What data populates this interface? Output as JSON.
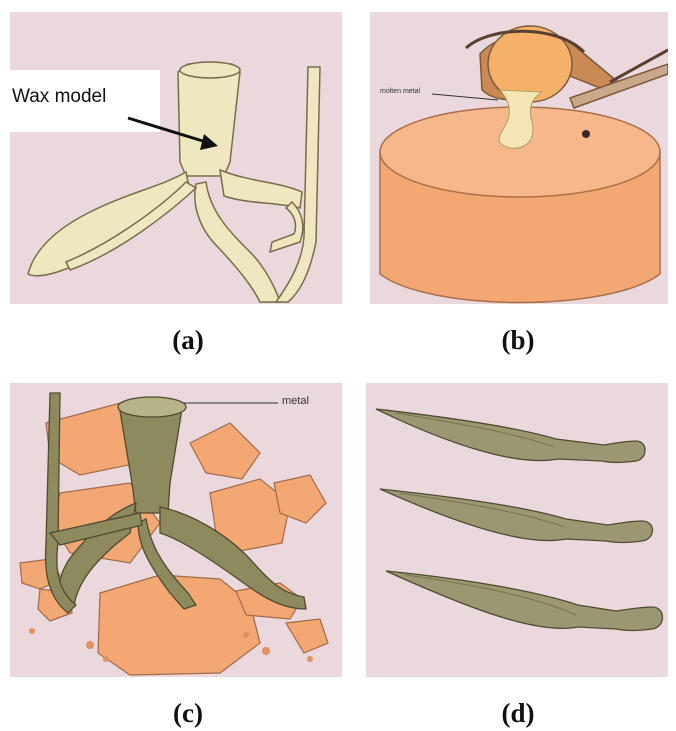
{
  "panels": {
    "a": {
      "caption": "(a)",
      "label": "Wax model"
    },
    "b": {
      "caption": "(b)",
      "label": "molten metal"
    },
    "c": {
      "caption": "(c)",
      "label": "metal"
    },
    "d": {
      "caption": "(d)"
    }
  },
  "colors": {
    "background": "#ead8dd",
    "wax": "#efe7bf",
    "mold": "#f3a874",
    "metal": "#8d8a5e"
  }
}
